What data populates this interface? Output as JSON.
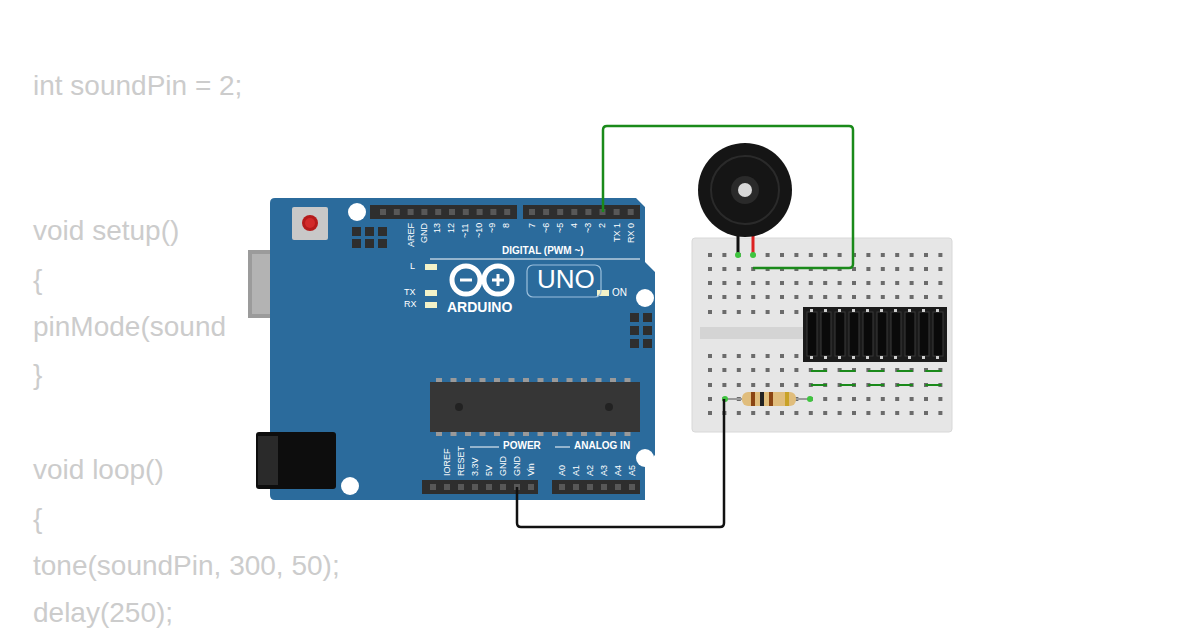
{
  "diagram": {
    "labels": [
      "int soundPin = 2;",
      "void setup()",
      "{",
      "pinMode(sound",
      "}",
      "void loop()",
      "{",
      "tone(soundPin, 300, 50);",
      "delay(250);",
      "AREF",
      "GND",
      "13",
      "12",
      "~11",
      "~10",
      "~9",
      "8",
      "7",
      "~6",
      "~5",
      "4",
      "~3",
      "2",
      "TX 1",
      "RX 0",
      "DIGITAL (PWM ~)",
      "L",
      "TX",
      "RX",
      "ON",
      "ARDUINO",
      "UNO",
      "IOREF",
      "RESET",
      "3.3V",
      "5V",
      "GND",
      "GND",
      "Vin",
      "POWER",
      "ANALOG IN",
      "A0",
      "A1",
      "A2",
      "A3",
      "A4",
      "A5"
    ]
  }
}
